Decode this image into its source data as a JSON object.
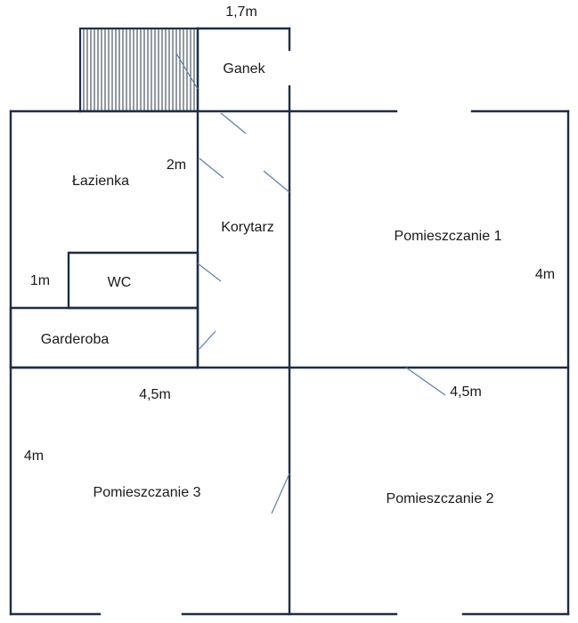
{
  "rooms": {
    "ganek": "Ganek",
    "lazienka": "Łazienka",
    "korytarz": "Korytarz",
    "pomieszczanie_1": "Pomieszczanie 1",
    "wc": "WC",
    "garderoba": "Garderoba",
    "pomieszczanie_3": "Pomieszczanie 3",
    "pomieszczanie_2": "Pomieszczanie 2"
  },
  "dimensions": {
    "ganek_width": "1,7m",
    "corridor_width": "2m",
    "wc_width": "1m",
    "room1_height": "4m",
    "room2_width": "4,5m",
    "room3_width": "4,5m",
    "room3_height": "4m"
  },
  "colors": {
    "wall": "#1f2d44",
    "door": "#5b7fae",
    "text": "#1a1a1a"
  }
}
